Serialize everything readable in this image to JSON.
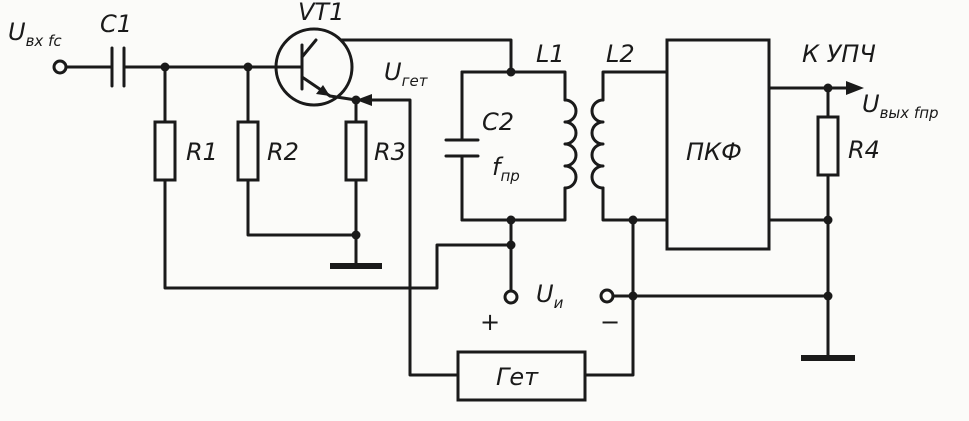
{
  "labels": {
    "input": "U",
    "input_sub": "вх fс",
    "c1": "C1",
    "vt1": "VT1",
    "u_get": "U",
    "u_get_sub": "гет",
    "r1": "R1",
    "r2": "R2",
    "r3": "R3",
    "c2": "C2",
    "fpr": "f",
    "fpr_sub": "пр",
    "l1": "L1",
    "l2": "L2",
    "pkf": "ПКФ",
    "k_upch": "К УПЧ",
    "output": "U",
    "output_sub": "вых fпр",
    "r4": "R4",
    "u_i": "U",
    "u_i_sub": "и",
    "plus": "+",
    "minus": "−",
    "get": "Гет"
  }
}
